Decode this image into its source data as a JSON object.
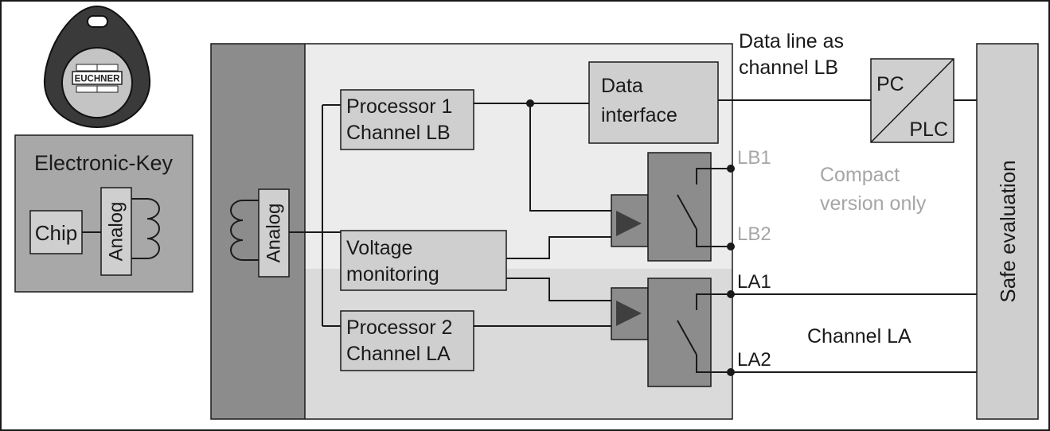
{
  "tag": {
    "brand": "EUCHNER"
  },
  "electronic_key": {
    "title": "Electronic-Key",
    "chip": "Chip",
    "analog": "Analog"
  },
  "reader": {
    "analog": "Analog",
    "processor1": {
      "line1": "Processor 1",
      "line2": "Channel LB"
    },
    "processor2": {
      "line1": "Processor 2",
      "line2": "Channel LA"
    },
    "voltage": {
      "line1": "Voltage",
      "line2": "monitoring"
    },
    "data_interface": {
      "line1": "Data",
      "line2": "interface"
    }
  },
  "outputs": {
    "lb1": "LB1",
    "lb2": "LB2",
    "la1": "LA1",
    "la2": "LA2"
  },
  "notes": {
    "data_line_1": "Data line as",
    "data_line_2": "channel LB",
    "compact_1": "Compact",
    "compact_2": "version only",
    "channel_la": "Channel LA"
  },
  "pc_plc": {
    "pc": "PC",
    "plc": "PLC"
  },
  "safe_evaluation": "Safe evaluation",
  "colors": {
    "dark_gray": "#8c8c8c",
    "mid_gray": "#a8a8a8",
    "box_gray": "#cfcfcf",
    "panel_light": "#ececec",
    "panel_lower": "#dadada",
    "muted_text": "#a6a6a6",
    "line": "#1a1a1a"
  }
}
